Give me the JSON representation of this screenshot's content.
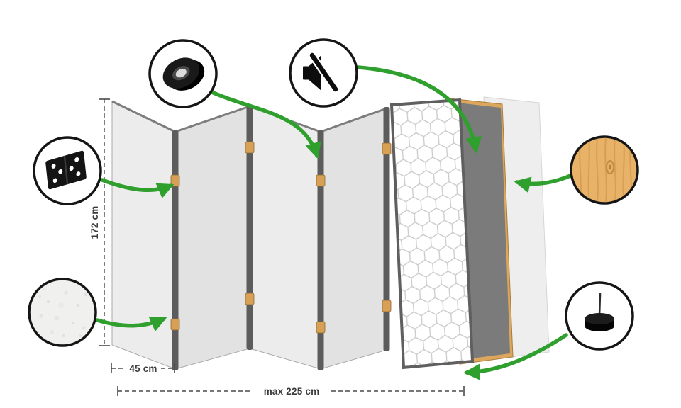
{
  "diagram_labels": {
    "height": "172 cm",
    "panel_width": "45 cm",
    "max_total_width": "max 225 cm"
  },
  "panels": {
    "count": 5
  },
  "callout_icons": [
    "hinge-icon",
    "tape-roll-icon",
    "muted-speaker-icon",
    "wood-texture-icon",
    "fabric-texture-icon",
    "pin-foot-icon"
  ],
  "colors": {
    "arrow_green": "#2f9f2d",
    "panel_light": "#ececec",
    "panel_mid": "#e2e2e2",
    "panel_edge_dark": "#5c5c5c",
    "hinge_wood": "#d8a055",
    "frame_wood": "#dca75c",
    "slab_gray": "#7b7b7b",
    "background": "#ffffff"
  }
}
